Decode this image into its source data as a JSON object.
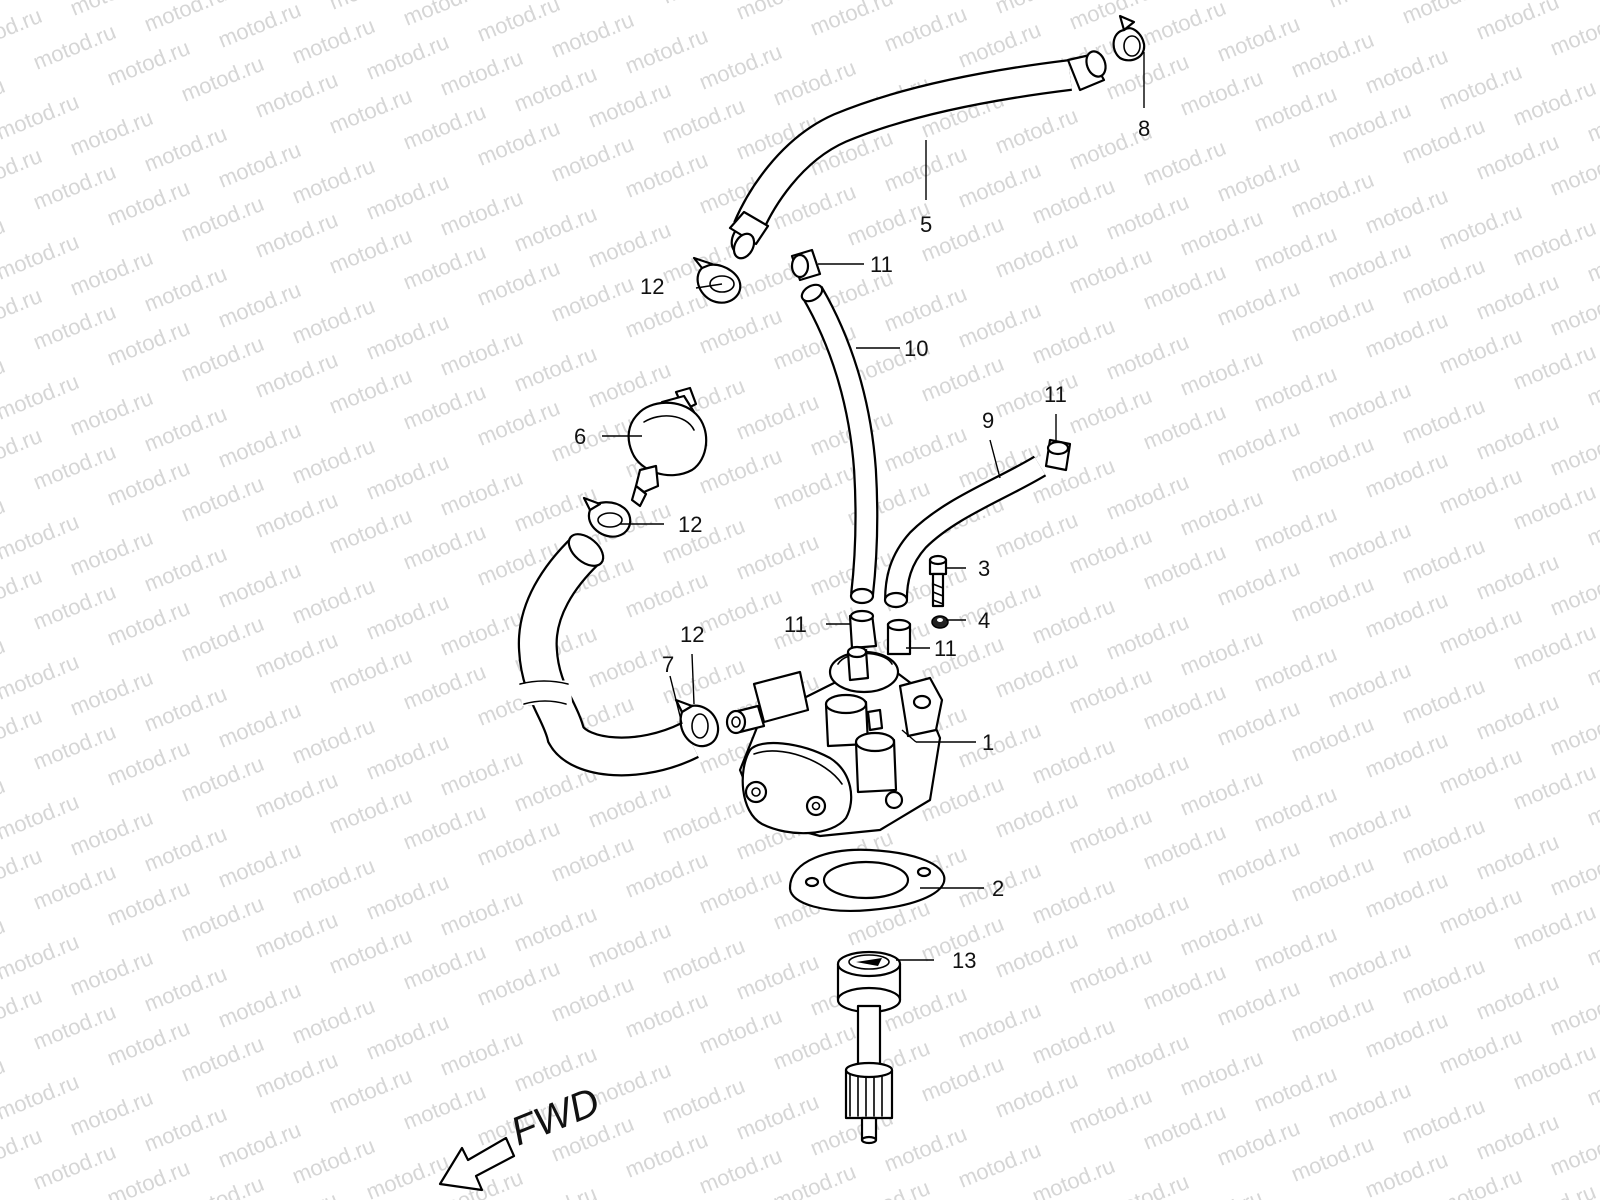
{
  "watermark": "motod.ru",
  "direction_label": "FWD",
  "callouts": {
    "c1": "1",
    "c2": "2",
    "c3": "3",
    "c4": "4",
    "c5": "5",
    "c6": "6",
    "c7": "7",
    "c8": "8",
    "c9": "9",
    "c10": "10",
    "c11a": "11",
    "c11b": "11",
    "c11c": "11",
    "c11d": "11",
    "c12a": "12",
    "c12b": "12",
    "c12c": "12",
    "c13": "13"
  }
}
